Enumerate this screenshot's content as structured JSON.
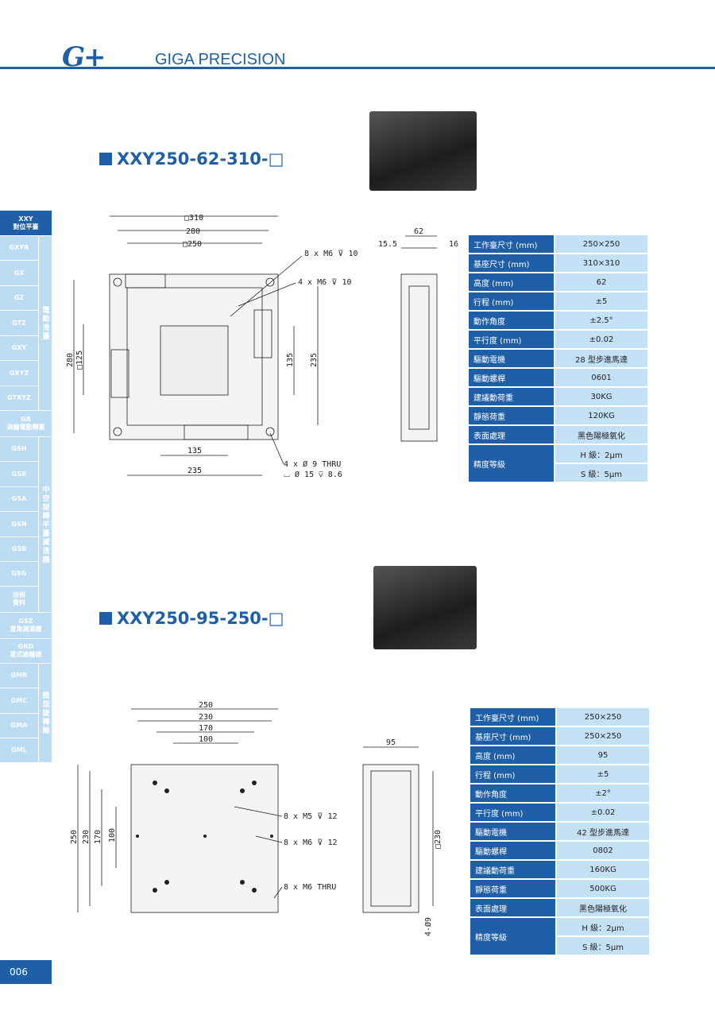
{
  "header": {
    "logo": "G+",
    "brand": "GIGA PRECISION"
  },
  "sidebar": {
    "items": [
      "XXY\n對位平臺",
      "GXYR",
      "GX",
      "GZ",
      "GTZ",
      "GXY",
      "GXYZ",
      "GTXYZ",
      "GR\n渦輪電動轉臺",
      "GSH",
      "GSR",
      "GSA",
      "GSN",
      "GSB",
      "GSG",
      "技術\n資料",
      "GSZ\n直角減速機",
      "GRD\n星式齒輪箱",
      "GMR",
      "GMC",
      "GMA",
      "GML"
    ],
    "groups": [
      "電動滑臺",
      "中空旋轉平臺減速機",
      "微型旋轉軸"
    ]
  },
  "products": [
    {
      "title": "XXY250-62-310-□",
      "drawing": {
        "d310": "□310",
        "d280": "280",
        "d250": "□250",
        "m6a": "8 x  M6 ⊽ 10",
        "m6b": "4 x  M6 ⊽ 10",
        "v280": "280",
        "v125": "□125",
        "v135": "135",
        "v235": "235",
        "h135": "135",
        "h235": "235",
        "thru": "4 x Ø 9  THRU",
        "cbore": "⌴ Ø 15 ⊽ 8.6",
        "s62": "62",
        "s155": "15.5",
        "s16": "16"
      },
      "specs": [
        [
          "工作臺尺寸 (mm)",
          "250×250"
        ],
        [
          "基座尺寸 (mm)",
          "310×310"
        ],
        [
          "高度 (mm)",
          "62"
        ],
        [
          "行程 (mm)",
          "±5"
        ],
        [
          "動作角度",
          "±2.5°"
        ],
        [
          "平行度 (mm)",
          "±0.02"
        ],
        [
          "驅動電機",
          "28 型步進馬達"
        ],
        [
          "驅動螺桿",
          "0601"
        ],
        [
          "建議動荷重",
          "30KG"
        ],
        [
          "靜態荷重",
          "120KG"
        ],
        [
          "表面處理",
          "黑色陽極氧化"
        ]
      ],
      "precision": {
        "label": "精度等級",
        "h": "H 級：2μm",
        "s": "S 級：5μm"
      }
    },
    {
      "title": "XXY250-95-250-□",
      "drawing": {
        "h250": "250",
        "h230": "230",
        "h170": "170",
        "h100": "100",
        "v250": "250",
        "v230": "230",
        "v170": "170",
        "v100": "100",
        "m5": "8 x  M5 ⊽ 12",
        "m6": "8 x  M6 ⊽ 12",
        "thru": "8 x  M6  THRU",
        "s95": "95",
        "s230": "□230",
        "s9": "4-Ø9"
      },
      "specs": [
        [
          "工作臺尺寸 (mm)",
          "250×250"
        ],
        [
          "基座尺寸 (mm)",
          "250×250"
        ],
        [
          "高度 (mm)",
          "95"
        ],
        [
          "行程 (mm)",
          "±5"
        ],
        [
          "動作角度",
          "±2°"
        ],
        [
          "平行度 (mm)",
          "±0.02"
        ],
        [
          "驅動電機",
          "42 型步進馬達"
        ],
        [
          "驅動螺桿",
          "0802"
        ],
        [
          "建議動荷重",
          "160KG"
        ],
        [
          "靜態荷重",
          "500KG"
        ],
        [
          "表面處理",
          "黑色陽極氧化"
        ]
      ],
      "precision": {
        "label": "精度等級",
        "h": "H 級：2μm",
        "s": "S 級：5μm"
      }
    }
  ],
  "page_number": "006"
}
